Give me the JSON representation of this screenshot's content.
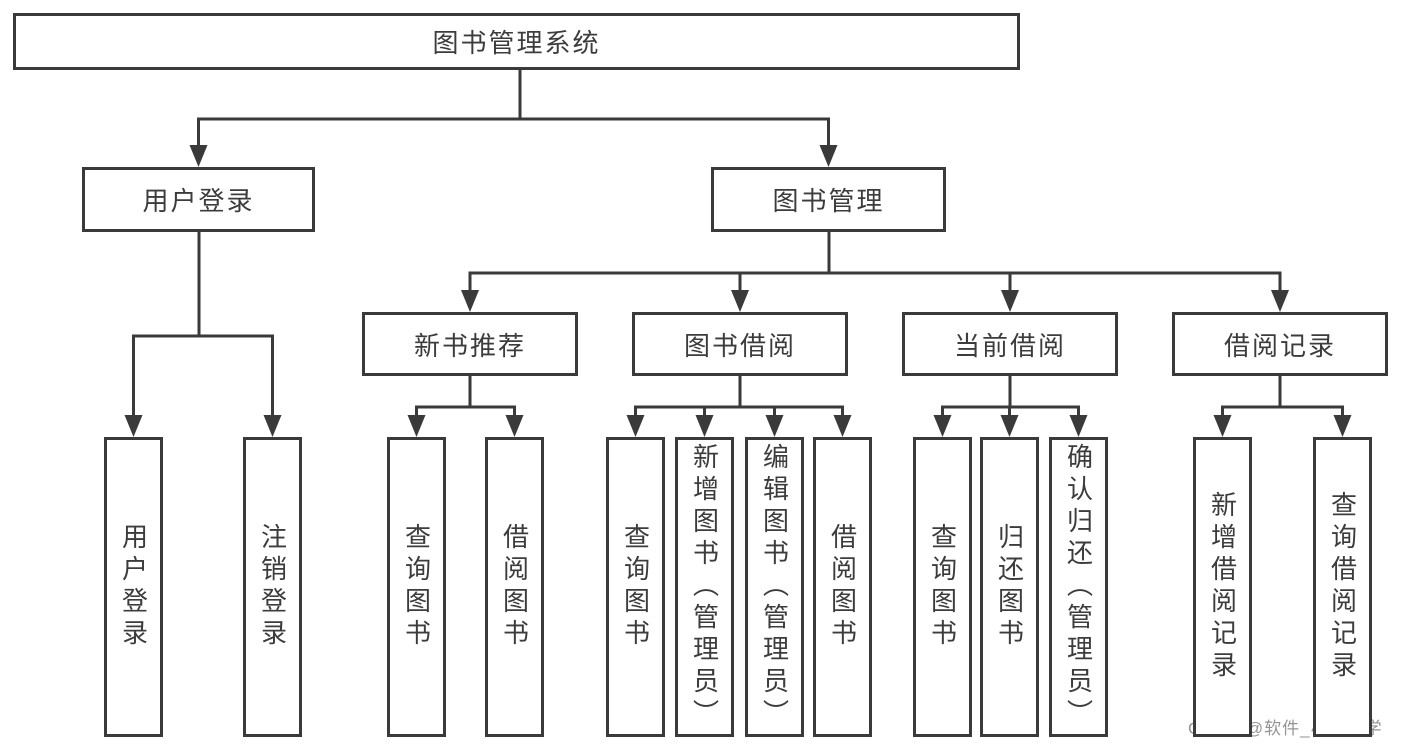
{
  "diagram": {
    "colors": {
      "line": "#3a3a3a",
      "text": "#3c3c3c",
      "box_bg": "#ffffff",
      "watermark_color": "#949494"
    },
    "watermark": "CSDN @软件_小贺同学",
    "nodes": [
      {
        "id": "system",
        "label": "图书管理系统",
        "parent": null
      },
      {
        "id": "user-login",
        "label": "用户登录",
        "parent": "system"
      },
      {
        "id": "book-mgmt",
        "label": "图书管理",
        "parent": "system"
      },
      {
        "id": "do-login",
        "label": "用户登录",
        "parent": "user-login"
      },
      {
        "id": "logout",
        "label": "注销登录",
        "parent": "user-login"
      },
      {
        "id": "new-book-rec",
        "label": "新书推荐",
        "parent": "book-mgmt"
      },
      {
        "id": "book-borrow",
        "label": "图书借阅",
        "parent": "book-mgmt"
      },
      {
        "id": "current-borrow",
        "label": "当前借阅",
        "parent": "book-mgmt"
      },
      {
        "id": "borrow-records",
        "label": "借阅记录",
        "parent": "book-mgmt"
      },
      {
        "id": "rec-query-book",
        "label": "查询图书",
        "parent": "new-book-rec"
      },
      {
        "id": "rec-borrow-book",
        "label": "借阅图书",
        "parent": "new-book-rec"
      },
      {
        "id": "bor-query-book",
        "label": "查询图书",
        "parent": "book-borrow"
      },
      {
        "id": "bor-add-book",
        "label": "新增图书（管理员）",
        "parent": "book-borrow"
      },
      {
        "id": "bor-edit-book",
        "label": "编辑图书（管理员）",
        "parent": "book-borrow"
      },
      {
        "id": "bor-borrow-book",
        "label": "借阅图书",
        "parent": "book-borrow"
      },
      {
        "id": "cur-query-book",
        "label": "查询图书",
        "parent": "current-borrow"
      },
      {
        "id": "cur-return-book",
        "label": "归还图书",
        "parent": "current-borrow"
      },
      {
        "id": "cur-confirm",
        "label": "确认归还（管理员）",
        "parent": "current-borrow"
      },
      {
        "id": "log-add-record",
        "label": "新增借阅记录",
        "parent": "borrow-records"
      },
      {
        "id": "log-query-record",
        "label": "查询借阅记录",
        "parent": "borrow-records"
      }
    ]
  }
}
